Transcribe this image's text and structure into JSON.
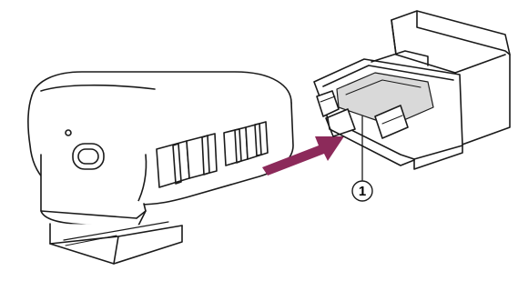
{
  "diagram": {
    "callouts": [
      {
        "number": "1"
      }
    ],
    "components": [
      "microphone-unit",
      "shoe-adapter",
      "insert-direction-arrow"
    ],
    "colors": {
      "outline": "#1a1a1a",
      "arrow": "#8c2a5a",
      "highlight": "#d9d9d9",
      "body": "#ffffff"
    }
  }
}
